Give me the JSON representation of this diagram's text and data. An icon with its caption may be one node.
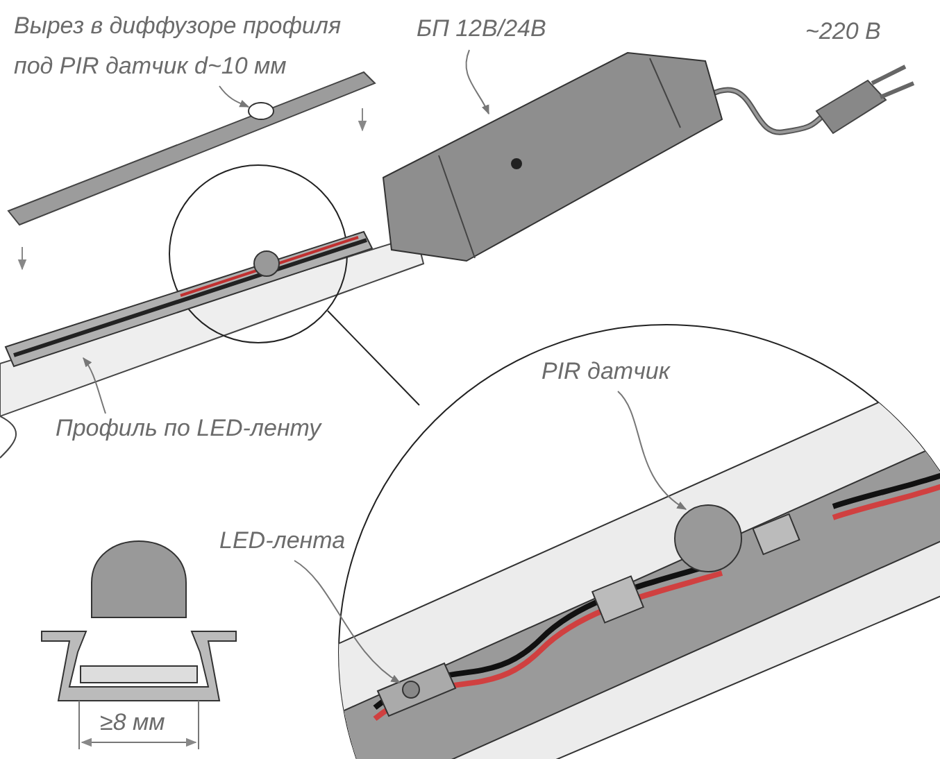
{
  "diagram": {
    "nodes": [
      {
        "text": [
          "Вырез в диффузоре профиля под PIR датчик d~10 мм"
        ]
      },
      {
        "text": [],
        "shape": "circle"
      },
      {
        "text": [
          "БП 12В/24В"
        ]
      },
      {
        "text": [],
        "shape": "picture"
      },
      {
        "text": [
          "Профиль по LED-ленту"
        ]
      },
      {
        "text": [],
        "shape": "picture"
      },
      {
        "text": [
          "PIR датчик"
        ]
      },
      {
        "text": [],
        "shape": "circle"
      },
      {
        "text": [
          "LED-лента"
        ]
      },
      {
        "text": [],
        "shape": "picture"
      }
    ],
    "edges": [
      {
        "from": 0,
        "to": 1,
        "arrow": "to"
      },
      {
        "from": 2,
        "to": 3,
        "arrow": "to"
      },
      {
        "from": 4,
        "to": 5,
        "arrow": "to"
      },
      {
        "from": 6,
        "to": 7,
        "arrow": "to"
      },
      {
        "from": 8,
        "to": 9,
        "arrow": "to"
      }
    ],
    "labels": [
      "~220 В",
      "≥8 мм"
    ]
  }
}
